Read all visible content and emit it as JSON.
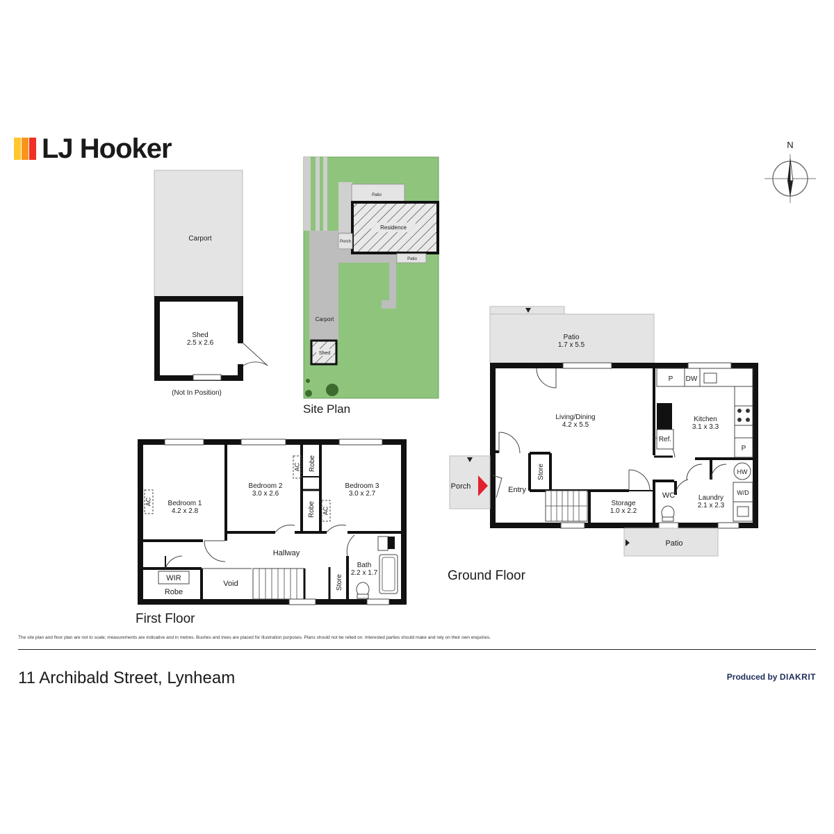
{
  "brand": {
    "name": "LJ Hooker",
    "bar_colors": [
      "#ffc72c",
      "#f7941d",
      "#ee3124"
    ]
  },
  "compass": {
    "north_label": "N"
  },
  "outbuildings": {
    "carport_label": "Carport",
    "shed_label": "Shed",
    "shed_dims": "2.5 x 2.6",
    "note": "(Not In Position)"
  },
  "site_plan": {
    "title": "Site Plan",
    "labels": {
      "patio_top": "Patio",
      "residence": "Residence",
      "porch": "Porch",
      "patio_side": "Patio",
      "carport": "Carport",
      "shed": "Shed"
    }
  },
  "ground_floor": {
    "title": "Ground Floor",
    "rooms": {
      "patio_top_name": "Patio",
      "patio_top_dims": "1.7 x 5.5",
      "living_name": "Living/Dining",
      "living_dims": "4.2 x 5.5",
      "kitchen_name": "Kitchen",
      "kitchen_dims": "3.1 x 3.3",
      "entry": "Entry",
      "store": "Store",
      "porch": "Porch",
      "storage_name": "Storage",
      "storage_dims": "1.0 x 2.2",
      "wc": "WC",
      "laundry_name": "Laundry",
      "laundry_dims": "2.1 x 2.3",
      "patio_bottom": "Patio"
    },
    "fixtures": {
      "p1": "P",
      "dw": "DW",
      "ref": "Ref.",
      "p2": "P",
      "hw": "HW",
      "wd": "W/D"
    }
  },
  "first_floor": {
    "title": "First Floor",
    "rooms": {
      "bed1_name": "Bedroom 1",
      "bed1_dims": "4.2 x 2.8",
      "bed2_name": "Bedroom 2",
      "bed2_dims": "3.0 x 2.6",
      "bed3_name": "Bedroom 3",
      "bed3_dims": "3.0 x 2.7",
      "hallway": "Hallway",
      "bath_name": "Bath",
      "bath_dims": "2.2 x 1.7",
      "wir": "WIR",
      "robe1": "Robe",
      "robe2": "Robe",
      "robe3": "Robe",
      "void": "Void",
      "store": "Store",
      "ac1": "AC",
      "ac2": "AC",
      "ac3": "AC"
    }
  },
  "footer": {
    "disclaimer": "The site plan and floor plan are not to scale; measurements are indicative and in metres. Bushes and trees are placed for illustration purposes. Plans should not be relied on. Interested parties should make and rely on their own enquiries.",
    "address": "11 Archibald Street, Lynheam",
    "produced_prefix": "Produced by",
    "produced_brand": "DIAKRIT"
  },
  "colors": {
    "wall": "#111111",
    "outdoor": "#e4e4e4",
    "lawn": "#8fc47d",
    "accent_red": "#e0212f"
  }
}
